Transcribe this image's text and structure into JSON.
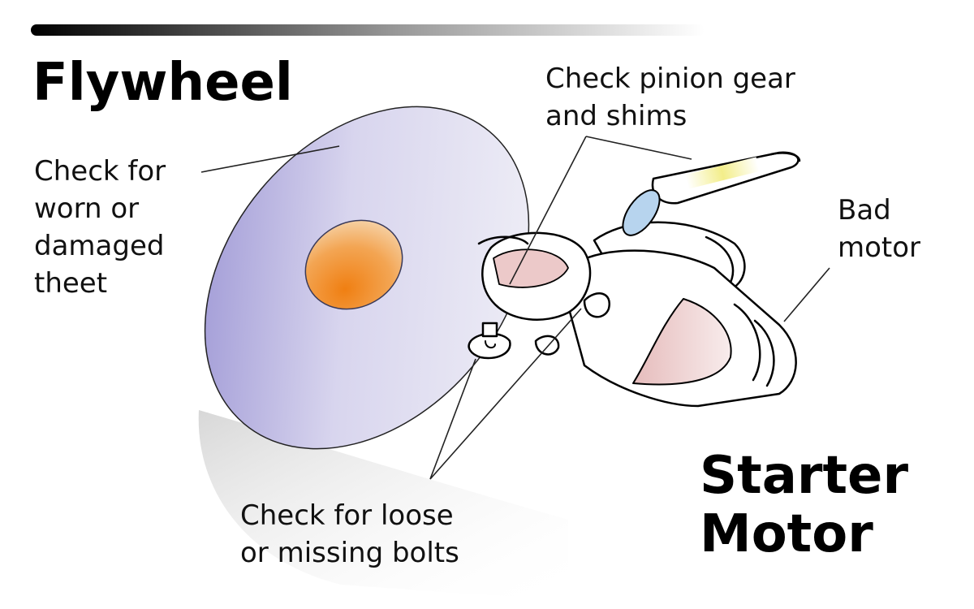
{
  "titles": {
    "flywheel": "Flywheel",
    "starter_line1": "Starter",
    "starter_line2": "Motor"
  },
  "callouts": {
    "teeth": [
      "Check for",
      "worn or",
      "damaged",
      "theet"
    ],
    "pinion": [
      "Check pinion gear",
      "and shims"
    ],
    "motor": [
      "Bad",
      "motor"
    ],
    "bolts": [
      "Check for loose",
      "or missing bolts"
    ]
  },
  "colors": {
    "flywheel_rim": "#a29bd4",
    "flywheel_hub": "#f08a1e",
    "motor_panel": "#e9c6c6",
    "pinion_highlight": "#f3ee8a",
    "shim": "#b7d4ee",
    "outline": "#000000"
  }
}
